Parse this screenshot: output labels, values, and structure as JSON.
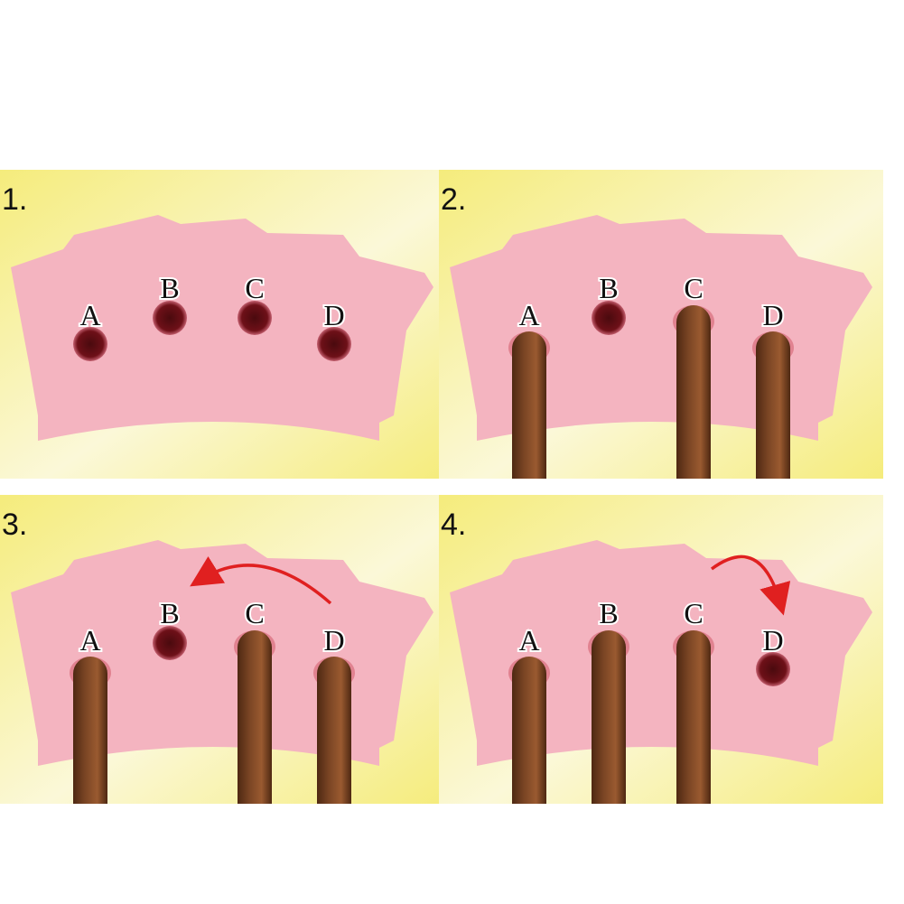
{
  "colors": {
    "background_yellow": "#f5ec7c",
    "background_light": "#fbf8d8",
    "pink_sheet": "#f4b4c0",
    "hole": "#4a0a0e",
    "stick": "#7a4524",
    "arrow": "#e02020"
  },
  "panels": [
    {
      "step": "1.",
      "holes": [
        {
          "label": "A",
          "state": "empty"
        },
        {
          "label": "B",
          "state": "empty"
        },
        {
          "label": "C",
          "state": "empty"
        },
        {
          "label": "D",
          "state": "empty"
        }
      ],
      "arrow": null
    },
    {
      "step": "2.",
      "holes": [
        {
          "label": "A",
          "state": "stick"
        },
        {
          "label": "B",
          "state": "empty"
        },
        {
          "label": "C",
          "state": "stick"
        },
        {
          "label": "D",
          "state": "stick"
        }
      ],
      "arrow": null
    },
    {
      "step": "3.",
      "holes": [
        {
          "label": "A",
          "state": "stick"
        },
        {
          "label": "B",
          "state": "empty"
        },
        {
          "label": "C",
          "state": "stick"
        },
        {
          "label": "D",
          "state": "stick"
        }
      ],
      "arrow": {
        "from": "D",
        "to": "B"
      }
    },
    {
      "step": "4.",
      "holes": [
        {
          "label": "A",
          "state": "stick"
        },
        {
          "label": "B",
          "state": "stick"
        },
        {
          "label": "C",
          "state": "stick"
        },
        {
          "label": "D",
          "state": "empty"
        }
      ],
      "arrow": {
        "from": "C",
        "to": "D"
      }
    }
  ]
}
